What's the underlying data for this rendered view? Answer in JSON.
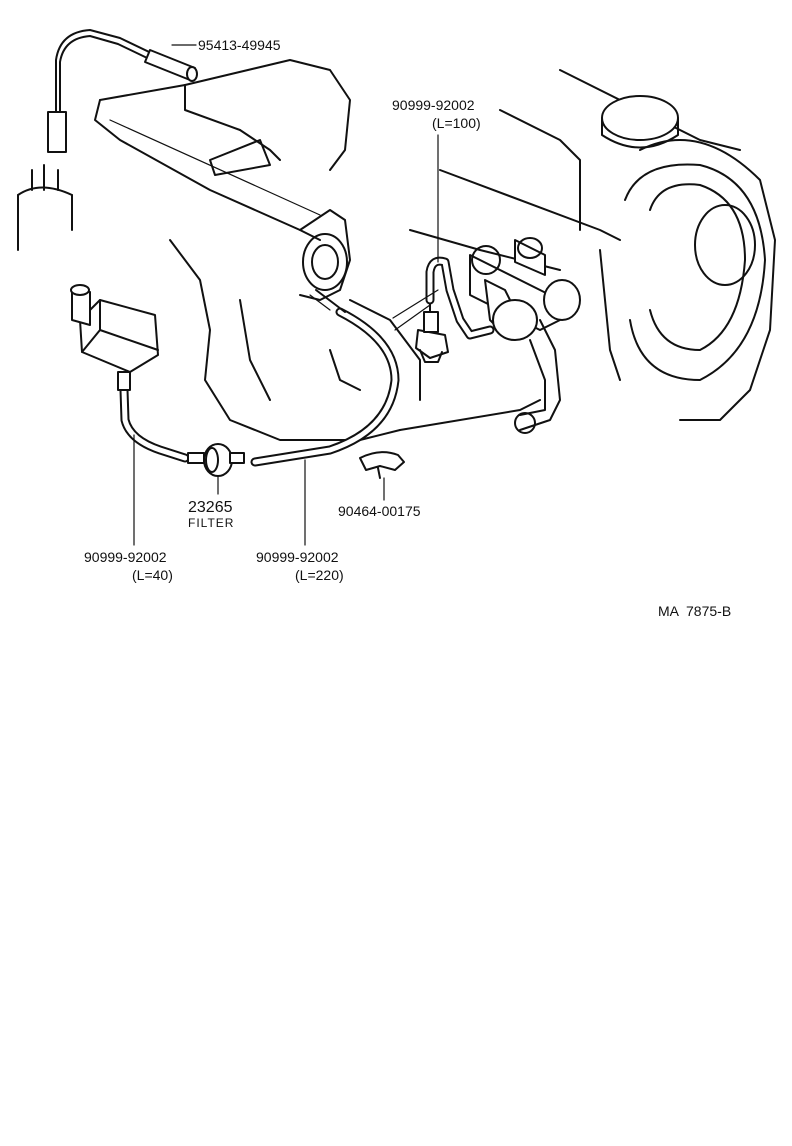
{
  "parts": {
    "p1": {
      "number": "95413-49945"
    },
    "p2": {
      "number": "90999-92002",
      "length": "(L=100)"
    },
    "p3": {
      "number": "23265",
      "name": "FILTER"
    },
    "p4": {
      "number": "90464-00175"
    },
    "p5": {
      "number": "90999-92002",
      "length": "(L=40)"
    },
    "p6": {
      "number": "90999-92002",
      "length": "(L=220)"
    }
  },
  "figure_id": "MA  7875-B"
}
